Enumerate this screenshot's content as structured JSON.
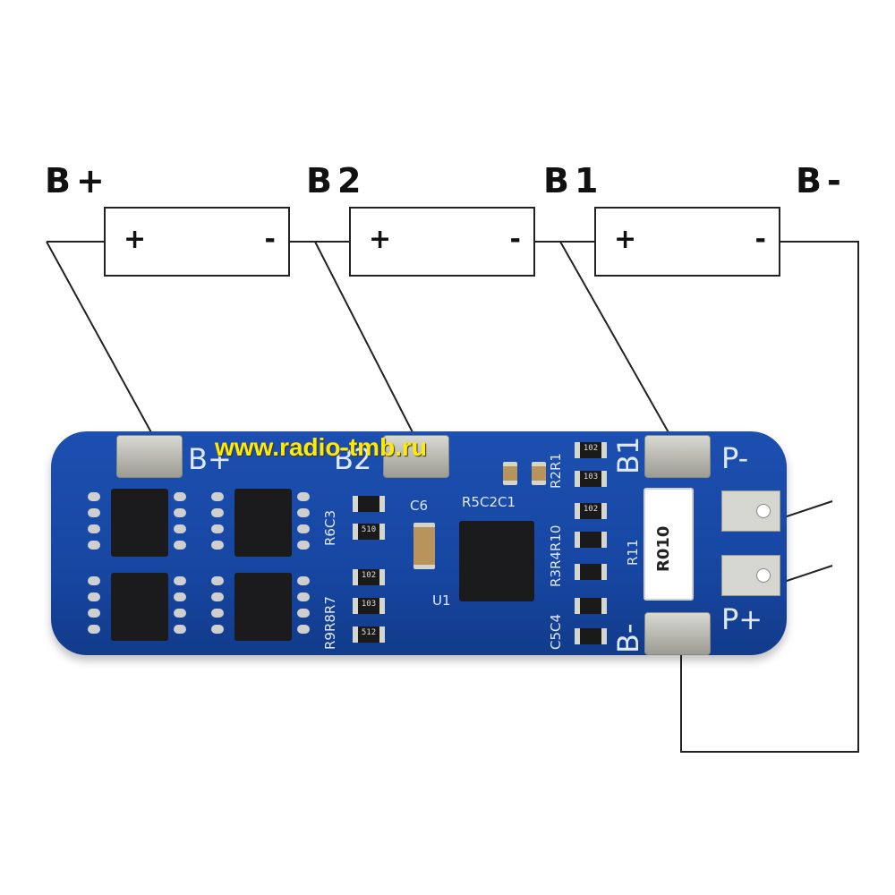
{
  "nodes": {
    "b_plus": "B+",
    "b2": "B2",
    "b1": "B1",
    "b_minus": "B-"
  },
  "cells": [
    {
      "plus": "+",
      "minus": "-"
    },
    {
      "plus": "+",
      "minus": "-"
    },
    {
      "plus": "+",
      "minus": "-"
    }
  ],
  "board": {
    "watermark": "www.radio-tmb.ru",
    "pad_labels": {
      "b_plus": "B+",
      "b2": "B2",
      "b1": "B1",
      "b_minus": "B-",
      "p_minus": "P-",
      "p_plus": "P+"
    },
    "designators": {
      "r6c3": "R6C3",
      "r9r8r7": "R9R8R7",
      "c6": "C6",
      "u1": "U1",
      "r5c2c1": "R5C2C1",
      "r2r1": "R2R1",
      "r3r4r10": "R3R4R10",
      "c5c4": "C5C4",
      "r11": "R11"
    },
    "resistor_values": [
      "102",
      "103",
      "102",
      "510",
      "102",
      "103",
      "512"
    ],
    "shunt_value": "R010",
    "colors": {
      "pcb": "#1747a3",
      "silkscreen": "#dfe8ff",
      "watermark": "#ffea00"
    }
  }
}
